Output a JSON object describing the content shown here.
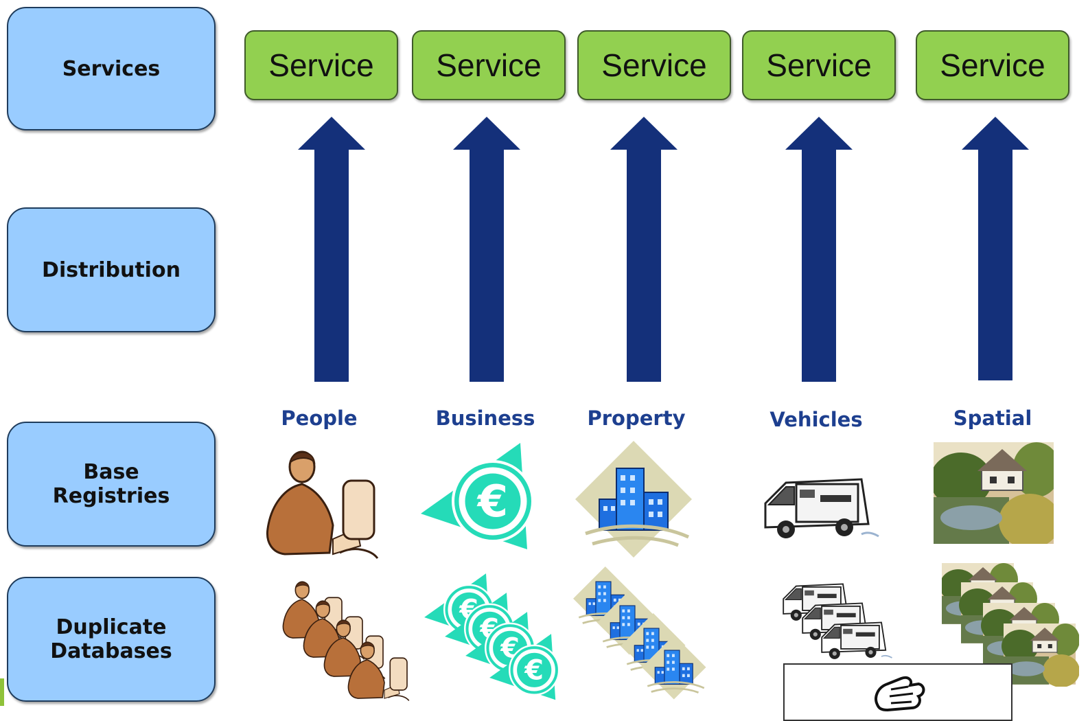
{
  "layers": {
    "services": "Services",
    "distribution": "Distribution",
    "base_registries": "Base Registries",
    "duplicate_databases": "Duplicate Databases"
  },
  "services": [
    "Service",
    "Service",
    "Service",
    "Service",
    "Service"
  ],
  "categories": [
    "People",
    "Business",
    "Property",
    "Vehicles",
    "Spatial"
  ],
  "icons": {
    "people": "person-at-computer-icon",
    "business": "euro-money-icon",
    "property": "office-building-icon",
    "vehicles": "ambulance-icon",
    "spatial": "landscape-house-icon",
    "cursor": "hand-cursor-icon"
  },
  "colors": {
    "layer_fill": "#99ccff",
    "service_fill": "#92d050",
    "arrow": "#14307a",
    "category_text": "#1d3f8f"
  }
}
